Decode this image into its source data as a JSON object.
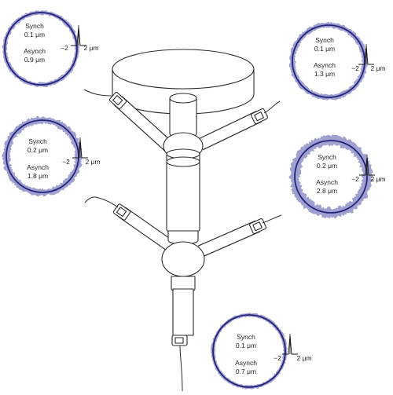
{
  "colors": {
    "line": "#2b2b2b",
    "fill": "#ffffff",
    "orbit_ideal": "#23237a",
    "orbit_band": "#8f8fc8",
    "text": "#222222"
  },
  "panels": [
    {
      "id": "top-left",
      "synch_label": "Synch",
      "synch_value": "0.1 μm",
      "asynch_label": "Asynch",
      "asynch_value": "0.9 μm",
      "axis_min": "−2",
      "axis_max": "2 μm"
    },
    {
      "id": "top-right",
      "synch_label": "Synch",
      "synch_value": "0.1 μm",
      "asynch_label": "Asynch",
      "asynch_value": "1.3 μm",
      "axis_min": "−2",
      "axis_max": "2 μm"
    },
    {
      "id": "middle-left",
      "synch_label": "Synch",
      "synch_value": "0.2 μm",
      "asynch_label": "Asynch",
      "asynch_value": "1.8 μm",
      "axis_min": "−2",
      "axis_max": "2 μm"
    },
    {
      "id": "middle-right",
      "synch_label": "Synch",
      "synch_value": "0.2 μm",
      "asynch_label": "Asynch",
      "asynch_value": "2.8 μm",
      "axis_min": "−2",
      "axis_max": "2 μm"
    },
    {
      "id": "bottom",
      "synch_label": "Synch",
      "synch_value": "0.1 μm",
      "asynch_label": "Asynch",
      "asynch_value": "0.7 μm",
      "axis_min": "−2",
      "axis_max": "2 μm"
    }
  ]
}
